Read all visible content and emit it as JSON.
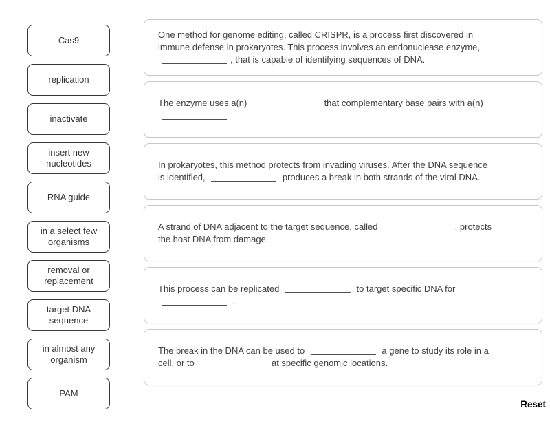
{
  "terms": [
    "Cas9",
    "replication",
    "inactivate",
    "insert new nucleotides",
    "RNA guide",
    "in a select few organisms",
    "removal or replacement",
    "target DNA sequence",
    "in almost any organism",
    "PAM"
  ],
  "sentences": [
    {
      "segments": [
        {
          "t": "text",
          "v": "One method for genome editing, called CRISPR, is a process first discovered in"
        },
        {
          "t": "br"
        },
        {
          "t": "text",
          "v": "immune defense in prokaryotes. This process involves an endonuclease enzyme,"
        },
        {
          "t": "br"
        },
        {
          "t": "blank"
        },
        {
          "t": "text",
          "v": ", that is capable of identifying sequences of DNA."
        }
      ]
    },
    {
      "segments": [
        {
          "t": "text",
          "v": "The enzyme uses a(n) "
        },
        {
          "t": "blank"
        },
        {
          "t": "text",
          "v": " that complementary base pairs with a(n)"
        },
        {
          "t": "br"
        },
        {
          "t": "blank"
        },
        {
          "t": "text",
          "v": " ."
        }
      ]
    },
    {
      "segments": [
        {
          "t": "text",
          "v": "In prokaryotes, this method protects from invading viruses. After the DNA sequence"
        },
        {
          "t": "br"
        },
        {
          "t": "text",
          "v": "is identified, "
        },
        {
          "t": "blank"
        },
        {
          "t": "text",
          "v": " produces a break in both strands of the viral DNA."
        }
      ]
    },
    {
      "segments": [
        {
          "t": "text",
          "v": "A strand of DNA adjacent to the target sequence, called "
        },
        {
          "t": "blank"
        },
        {
          "t": "text",
          "v": " , protects"
        },
        {
          "t": "br"
        },
        {
          "t": "text",
          "v": "the host DNA from damage."
        }
      ]
    },
    {
      "segments": [
        {
          "t": "text",
          "v": "This process can be replicated "
        },
        {
          "t": "blank"
        },
        {
          "t": "text",
          "v": " to target specific DNA for"
        },
        {
          "t": "br"
        },
        {
          "t": "blank"
        },
        {
          "t": "text",
          "v": " ."
        }
      ]
    },
    {
      "segments": [
        {
          "t": "text",
          "v": "The break in the DNA can be used to "
        },
        {
          "t": "blank"
        },
        {
          "t": "text",
          "v": " a gene to study its role in a"
        },
        {
          "t": "br"
        },
        {
          "t": "text",
          "v": "cell, or to "
        },
        {
          "t": "blank"
        },
        {
          "t": "text",
          "v": " at specific genomic locations."
        }
      ]
    }
  ],
  "reset_label": "Reset",
  "colors": {
    "chip_border": "#383838",
    "box_border": "#c9c9c9",
    "text": "#3f3f3f",
    "blank_line": "#4f4f4f",
    "background": "#ffffff"
  }
}
